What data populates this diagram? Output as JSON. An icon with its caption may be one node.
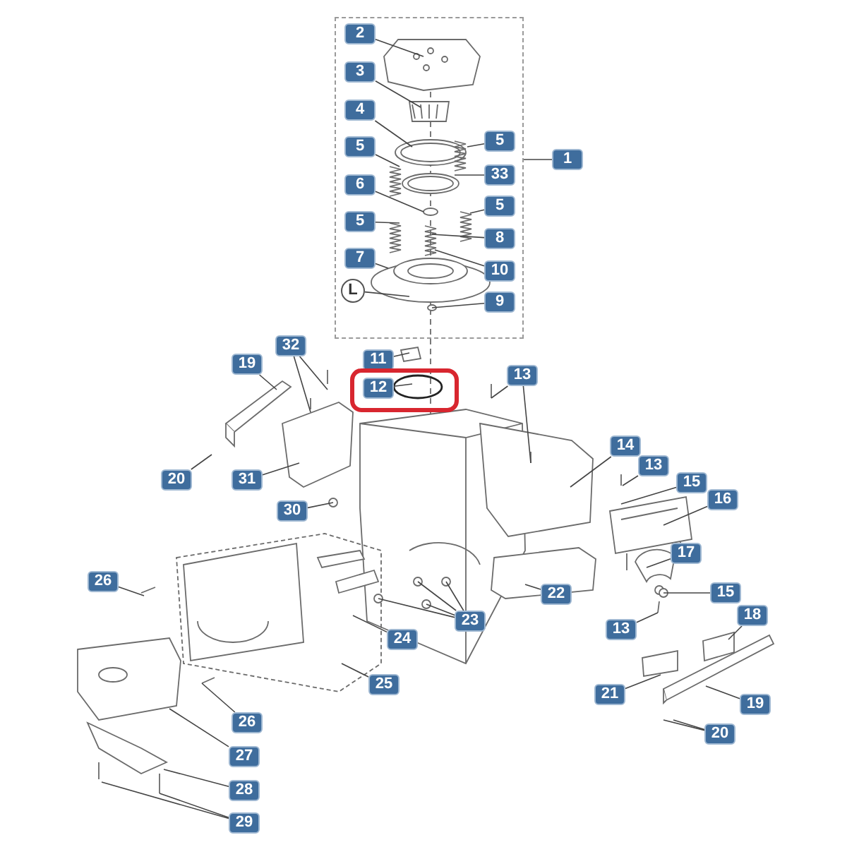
{
  "diagram": {
    "nodes": [
      {
        "text": [],
        "shape": "box"
      },
      {
        "text": [
          "2"
        ],
        "in": 0
      },
      {
        "text": [
          "3"
        ],
        "in": 0
      },
      {
        "text": [
          "4"
        ],
        "in": 0
      },
      {
        "text": [
          "5"
        ],
        "in": 0
      },
      {
        "text": [
          "5"
        ],
        "in": 0
      },
      {
        "text": [
          "33"
        ],
        "in": 0
      },
      {
        "text": [
          "6"
        ],
        "in": 0
      },
      {
        "text": [
          "5"
        ],
        "in": 0
      },
      {
        "text": [
          "5"
        ],
        "in": 0
      },
      {
        "text": [
          "8"
        ],
        "in": 0
      },
      {
        "text": [
          "7"
        ],
        "in": 0
      },
      {
        "text": [
          "10"
        ],
        "in": 0
      },
      {
        "text": [
          "L"
        ],
        "in": 0
      },
      {
        "text": [
          "9"
        ],
        "in": 0
      },
      {
        "text": [
          "1"
        ]
      },
      {
        "text": [
          "32"
        ]
      },
      {
        "text": [
          "11"
        ]
      },
      {
        "text": [
          "19"
        ]
      },
      {
        "text": [],
        "shape": "box"
      },
      {
        "text": [
          "12"
        ],
        "in": 19
      },
      {
        "text": [
          "13"
        ]
      },
      {
        "text": [
          "14"
        ]
      },
      {
        "text": [
          "13"
        ]
      },
      {
        "text": [
          "15"
        ]
      },
      {
        "text": [
          "16"
        ]
      },
      {
        "text": [
          "20"
        ]
      },
      {
        "text": [
          "31"
        ]
      },
      {
        "text": [
          "30"
        ]
      },
      {
        "text": [
          "17"
        ]
      },
      {
        "text": [
          "15"
        ]
      },
      {
        "text": [
          "22"
        ]
      },
      {
        "text": [
          "26"
        ]
      },
      {
        "text": [
          "23"
        ]
      },
      {
        "text": [
          "13"
        ]
      },
      {
        "text": [
          "18"
        ]
      },
      {
        "text": [
          "24"
        ]
      },
      {
        "text": [
          "21"
        ]
      },
      {
        "text": [
          "25"
        ]
      },
      {
        "text": [
          "19"
        ]
      },
      {
        "text": [
          "26"
        ]
      },
      {
        "text": [
          "20"
        ]
      },
      {
        "text": [
          "27"
        ]
      },
      {
        "text": [
          "28"
        ]
      },
      {
        "text": [
          "29"
        ]
      }
    ],
    "edges": [
      {
        "from": 15,
        "to": 0,
        "arrow": "none"
      },
      {
        "from": 1,
        "to": null,
        "arrow": "none"
      },
      {
        "from": 2,
        "to": null,
        "arrow": "none"
      },
      {
        "from": 3,
        "to": null,
        "arrow": "none"
      },
      {
        "from": 4,
        "to": null,
        "arrow": "none"
      },
      {
        "from": 5,
        "to": null,
        "arrow": "none"
      },
      {
        "from": 6,
        "to": null,
        "arrow": "none"
      },
      {
        "from": 7,
        "to": null,
        "arrow": "none"
      },
      {
        "from": 8,
        "to": null,
        "arrow": "none"
      },
      {
        "from": 9,
        "to": null,
        "arrow": "none"
      },
      {
        "from": 10,
        "to": null,
        "arrow": "none"
      },
      {
        "from": 11,
        "to": null,
        "arrow": "none"
      },
      {
        "from": 12,
        "to": null,
        "arrow": "none"
      },
      {
        "from": 13,
        "to": null,
        "arrow": "none"
      },
      {
        "from": 14,
        "to": null,
        "arrow": "none"
      },
      {
        "from": 16,
        "to": null,
        "arrow": "none"
      },
      {
        "from": 16,
        "to": null,
        "arrow": "none"
      },
      {
        "from": 17,
        "to": null,
        "arrow": "none"
      },
      {
        "from": 18,
        "to": null,
        "arrow": "none"
      },
      {
        "from": 20,
        "to": null,
        "arrow": "none"
      },
      {
        "from": 21,
        "to": null,
        "arrow": "none"
      },
      {
        "from": 21,
        "to": null,
        "arrow": "none"
      },
      {
        "from": 22,
        "to": null,
        "arrow": "none"
      },
      {
        "from": 23,
        "to": null,
        "arrow": "none"
      },
      {
        "from": 24,
        "to": null,
        "arrow": "none"
      },
      {
        "from": 25,
        "to": null,
        "arrow": "none"
      },
      {
        "from": 26,
        "to": null,
        "arrow": "none"
      },
      {
        "from": 27,
        "to": null,
        "arrow": "none"
      },
      {
        "from": 28,
        "to": null,
        "arrow": "none"
      },
      {
        "from": 29,
        "to": null,
        "arrow": "none"
      },
      {
        "from": 30,
        "to": null,
        "arrow": "none"
      },
      {
        "from": 31,
        "to": null,
        "arrow": "none"
      },
      {
        "from": 32,
        "to": null,
        "arrow": "none"
      },
      {
        "from": 33,
        "to": null,
        "arrow": "none"
      },
      {
        "from": 33,
        "to": null,
        "arrow": "none"
      },
      {
        "from": 33,
        "to": null,
        "arrow": "none"
      },
      {
        "from": 33,
        "to": null,
        "arrow": "none"
      },
      {
        "from": 34,
        "to": null,
        "arrow": "none"
      },
      {
        "from": 35,
        "to": null,
        "arrow": "none"
      },
      {
        "from": 36,
        "to": null,
        "arrow": "none"
      },
      {
        "from": 37,
        "to": null,
        "arrow": "none"
      },
      {
        "from": 38,
        "to": null,
        "arrow": "none"
      },
      {
        "from": 39,
        "to": null,
        "arrow": "none"
      },
      {
        "from": 40,
        "to": null,
        "arrow": "none"
      },
      {
        "from": 41,
        "to": null,
        "arrow": "none"
      },
      {
        "from": 41,
        "to": null,
        "arrow": "none"
      },
      {
        "from": 42,
        "to": null,
        "arrow": "none"
      },
      {
        "from": 43,
        "to": null,
        "arrow": "none"
      },
      {
        "from": 44,
        "to": null,
        "arrow": "none"
      },
      {
        "from": 44,
        "to": null,
        "arrow": "none"
      }
    ]
  }
}
